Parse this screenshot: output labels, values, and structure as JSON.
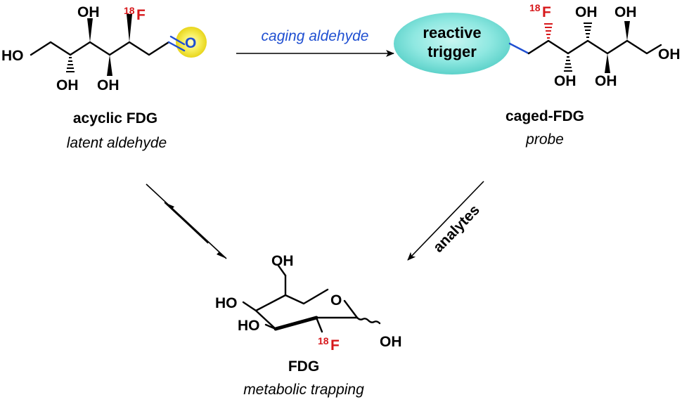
{
  "acyclic": {
    "name": "acyclic FDG",
    "subtitle": "latent aldehyde",
    "oh_c4": "OH",
    "oh_c5": "OH",
    "oh_c6": "OH",
    "oh_c3": "HO",
    "isotope": "18",
    "fluorine": "F",
    "carbonyl_o": "O"
  },
  "caged": {
    "name": "caged-FDG",
    "subtitle": "probe",
    "trigger_line1": "reactive",
    "trigger_line2": "trigger",
    "isotope": "18",
    "fluorine": "F",
    "oh_a": "OH",
    "oh_b": "OH",
    "oh_c": "OH",
    "oh_d": "OH",
    "oh_end": "OH"
  },
  "fdg": {
    "name": "FDG",
    "subtitle": "metabolic trapping",
    "oh_top": "OH",
    "ho_left1": "HO",
    "ho_left2": "HO",
    "ring_o": "O",
    "isotope": "18",
    "fluorine": "F",
    "oh_anomeric": "OH"
  },
  "arrows": {
    "top_label": "caging aldehyde",
    "right_label": "analytes"
  },
  "colors": {
    "fluorine": "#d7191c",
    "blue": "#1f4fd1",
    "aldehyde_highlight": "#f5e93a",
    "trigger_fill": "#7fe3dc"
  }
}
